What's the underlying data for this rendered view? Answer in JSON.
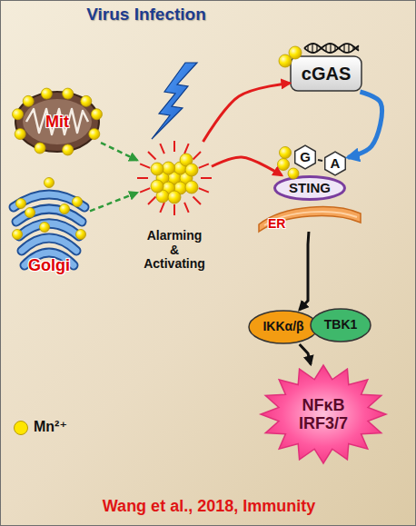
{
  "diagram": {
    "title": "Virus Infection",
    "caption": "Wang et al., 2018, Immunity",
    "nodes": [
      {
        "text": [
          "Mit"
        ]
      },
      {
        "text": [
          "Golgi"
        ]
      },
      {
        "text": [
          "Alarming & Activating"
        ]
      },
      {
        "text": [
          "cGAS"
        ]
      },
      {
        "text": [
          "G"
        ]
      },
      {
        "text": [
          "A"
        ]
      },
      {
        "text": [
          "STING"
        ]
      },
      {
        "text": [
          "ER"
        ]
      },
      {
        "text": [
          "IKKα/β"
        ]
      },
      {
        "text": [
          "TBK1"
        ]
      },
      {
        "text": [
          "NFκB IRF3/7"
        ]
      }
    ],
    "edges": [
      {
        "from": 0,
        "to": 2,
        "arrow": "to"
      },
      {
        "from": 1,
        "to": 2,
        "arrow": "to"
      },
      {
        "from": 2,
        "to": 3,
        "arrow": "to"
      },
      {
        "from": 2,
        "to": 6,
        "arrow": "to"
      },
      {
        "from": 3,
        "to": 5,
        "arrow": "to"
      },
      {
        "from": 7,
        "to": 8,
        "arrow": "to"
      },
      {
        "from": 8,
        "to": 10,
        "arrow": "to"
      },
      {
        "from": 4,
        "to": 5,
        "arrow": "none"
      }
    ],
    "legend": [
      {
        "text": "Mn²⁺",
        "color": "#ffe600"
      }
    ]
  }
}
